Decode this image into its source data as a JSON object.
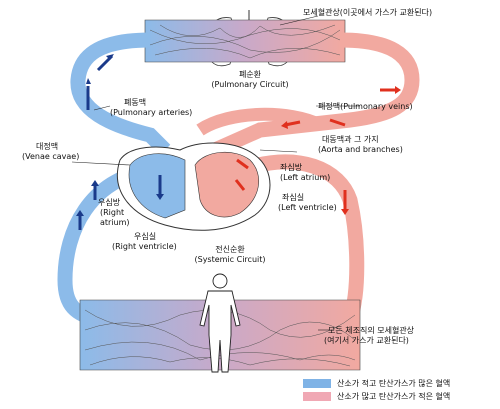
{
  "labels": {
    "capillaries_lung": "모세혈관상(이곳에서 가스가 교환된다)",
    "pulmonary_circuit_ko": "폐순환",
    "pulmonary_circuit_en": "(Pulmonary Circuit)",
    "pulmonary_arteries_ko": "폐동맥",
    "pulmonary_arteries_en": "(Pulmonary arteries)",
    "pulmonary_veins": "폐정맥(Pulmonary veins)",
    "aorta_ko": "대동맥과 그 가지",
    "aorta_en": "(Aorta and branches)",
    "venae_cavae_ko": "대정맥",
    "venae_cavae_en": "(Venae cavae)",
    "left_atrium_ko": "좌심방",
    "left_atrium_en": "(Left atrium)",
    "left_ventricle_ko": "좌심실",
    "left_ventricle_en": "(Left ventricle)",
    "right_atrium_ko": "우심방",
    "right_atrium_en_1": "(Right",
    "right_atrium_en_2": "atrium)",
    "right_ventricle_ko": "우심실",
    "right_ventricle_en": "(Right ventricle)",
    "systemic_circuit_ko": "전신순환",
    "systemic_circuit_en": "(Systemic Circuit)",
    "capillaries_body_1": "모든 체조직의 모세혈관상",
    "capillaries_body_2": "(여기서 가스가 교환된다)"
  },
  "legend": [
    {
      "color": "#7fb3e6",
      "text": "산소가 적고 탄산가스가 많은 혈액"
    },
    {
      "color": "#f0a8b4",
      "text": "산소가 많고 탄산가스가 적은 혈액"
    }
  ],
  "colors": {
    "deoxygenated": "#8cbbe9",
    "oxygenated": "#f2a9a0",
    "arrow_blue": "#1a3a8a",
    "arrow_red": "#e0301e"
  }
}
